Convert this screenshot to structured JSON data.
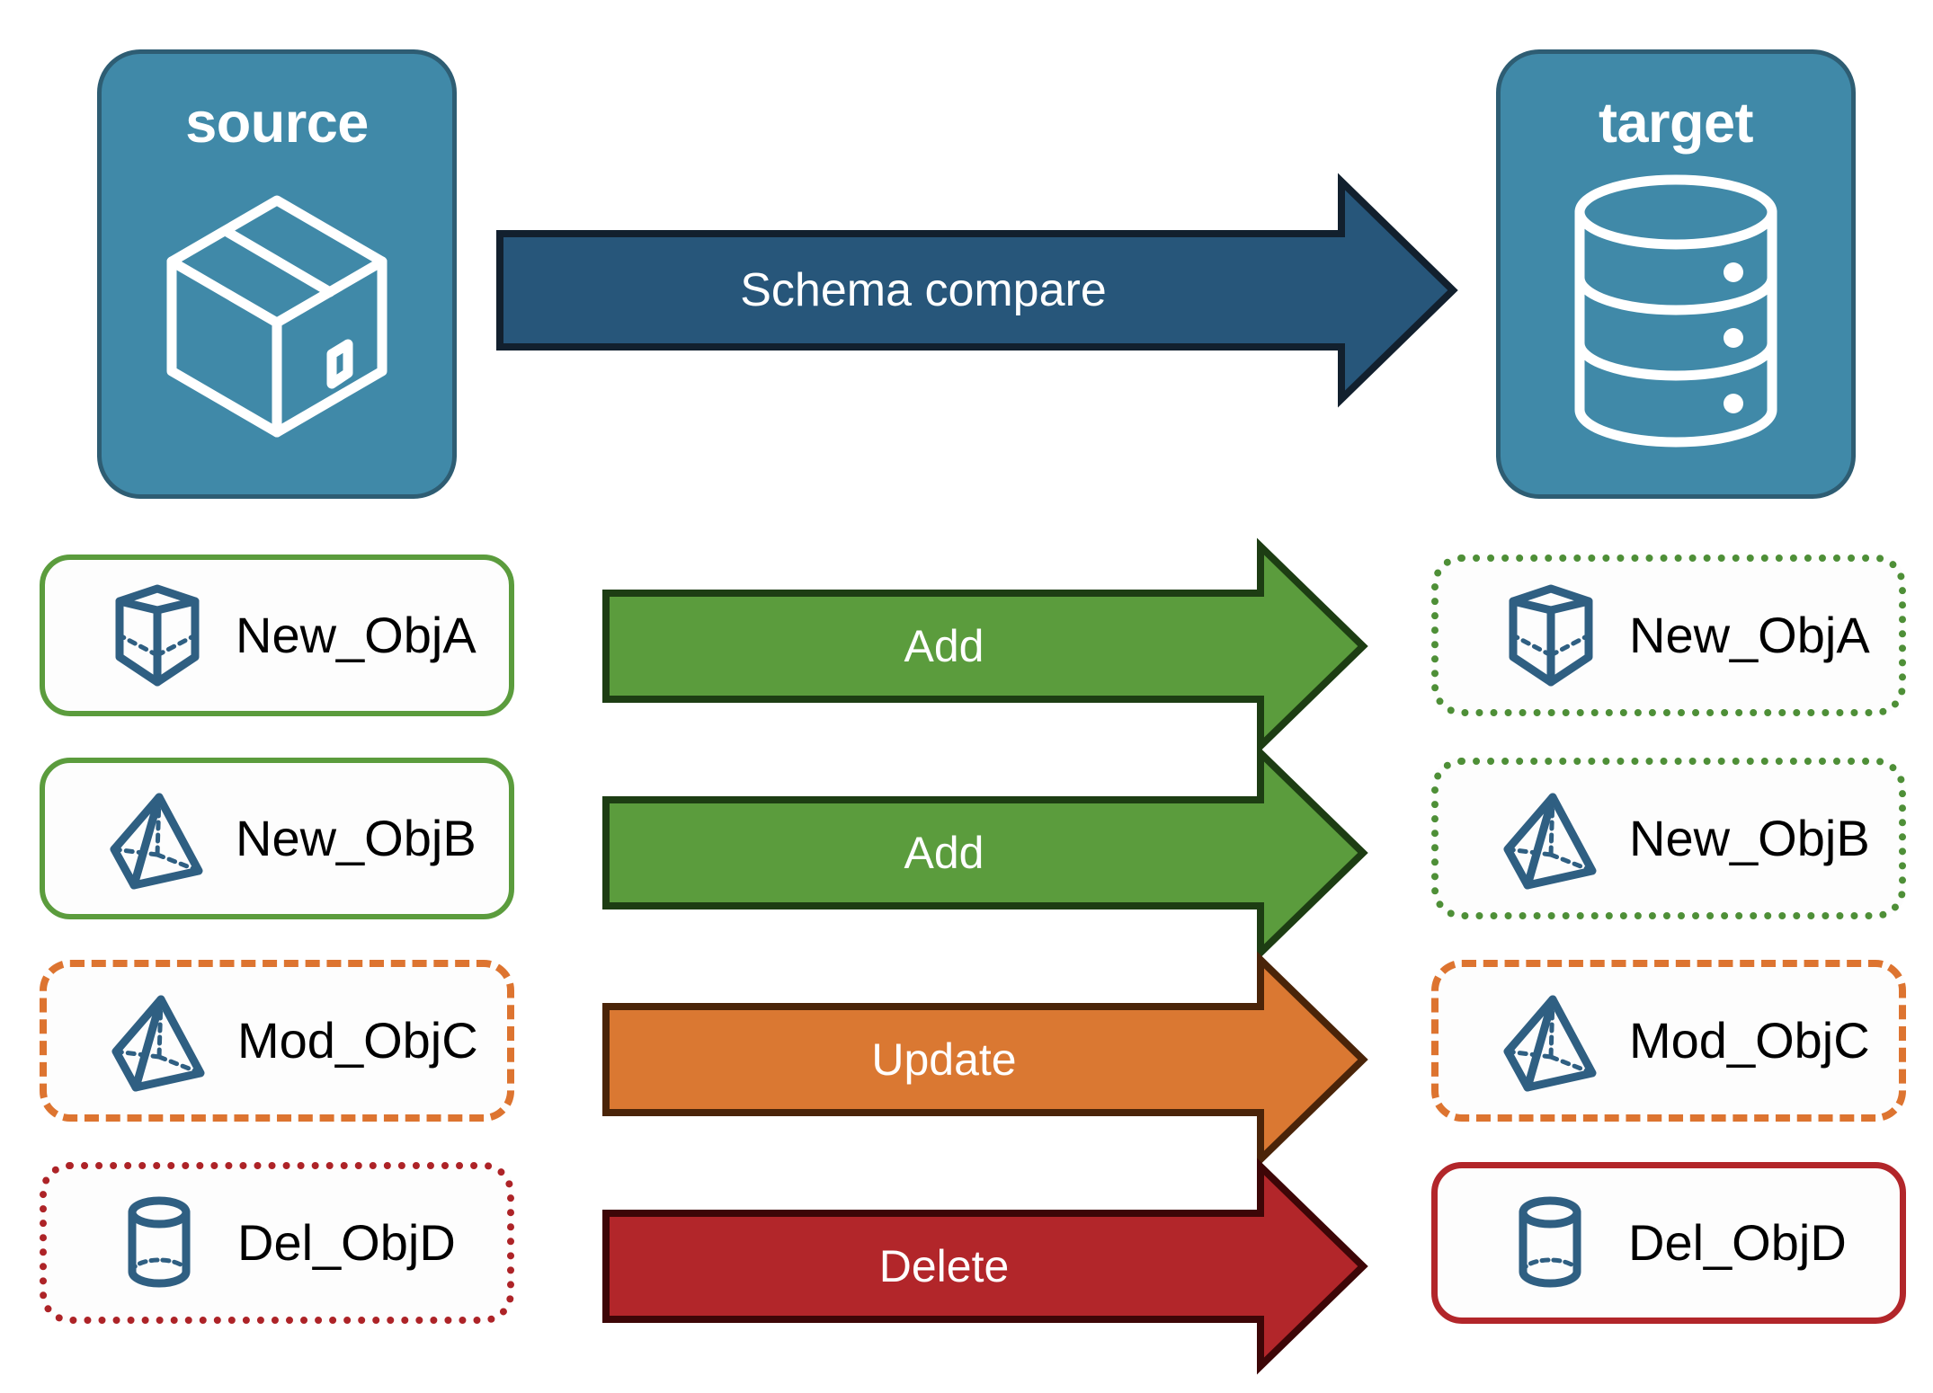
{
  "endpoints": [
    {
      "id": "source",
      "title": "source",
      "icon": "package-box-icon",
      "fill": "#4089a8",
      "stroke": "#2e5d73"
    },
    {
      "id": "target",
      "title": "target",
      "icon": "database-cylinder-icon",
      "fill": "#4089a8",
      "stroke": "#2e5d73"
    }
  ],
  "compare": {
    "label": "Schema compare",
    "icon": "right-arrow-icon",
    "fill": "#27567a",
    "stroke": "#12202e"
  },
  "rows": [
    {
      "source": {
        "label": "New_ObjA",
        "icon": "wireframe-cube-icon",
        "border_style": "solid",
        "border_color": "#5b9c3d"
      },
      "action": {
        "label": "Add",
        "fill": "#5b9c3d",
        "stroke": "#1d3d13"
      },
      "target": {
        "label": "New_ObjA",
        "icon": "wireframe-cube-icon",
        "border_style": "dotted",
        "border_color": "#4e8f37"
      }
    },
    {
      "source": {
        "label": "New_ObjB",
        "icon": "wireframe-pyramid-icon",
        "border_style": "solid",
        "border_color": "#5b9c3d"
      },
      "action": {
        "label": "Add",
        "fill": "#5b9c3d",
        "stroke": "#1d3d13"
      },
      "target": {
        "label": "New_ObjB",
        "icon": "wireframe-pyramid-icon",
        "border_style": "dotted",
        "border_color": "#4e8f37"
      }
    },
    {
      "source": {
        "label": "Mod_ObjC",
        "icon": "wireframe-pyramid-icon",
        "border_style": "dashed",
        "border_color": "#dd7430"
      },
      "action": {
        "label": "Update",
        "fill": "#da7832",
        "stroke": "#4a2409"
      },
      "target": {
        "label": "Mod_ObjC",
        "icon": "wireframe-pyramid-icon",
        "border_style": "dashed",
        "border_color": "#dd7430"
      }
    },
    {
      "source": {
        "label": "Del_ObjD",
        "icon": "wireframe-cylinder-icon",
        "border_style": "dotted",
        "border_color": "#ad2327"
      },
      "action": {
        "label": "Delete",
        "fill": "#b2262a",
        "stroke": "#3d0607"
      },
      "target": {
        "label": "Del_ObjD",
        "icon": "wireframe-cylinder-icon",
        "border_style": "solid",
        "border_color": "#b2262a"
      }
    }
  ],
  "palette": {
    "object_icon_color": "#2f5f82",
    "panel_blue": "#4089a8",
    "panel_border": "#2e5d73",
    "compare_blue": "#27567a",
    "add_green": "#5b9c3d",
    "update_orange": "#da7832",
    "delete_red": "#b2262a",
    "background": "#ffffff"
  }
}
